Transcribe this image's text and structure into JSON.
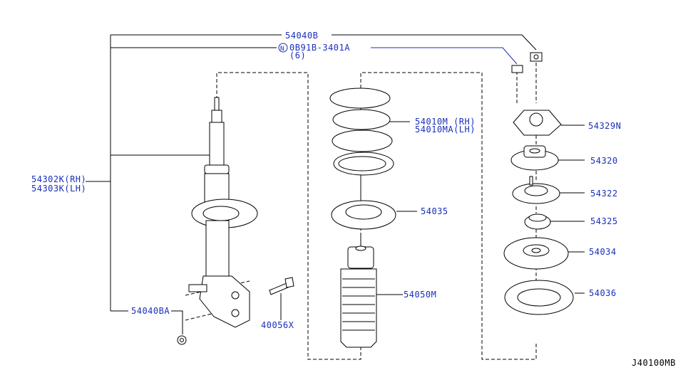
{
  "labels": {
    "top_bolt": "54040B",
    "nut_ref": "0B91B-3401A",
    "nut_qty": "(6)",
    "nut_circle": "N",
    "strut_rh": "54302K(RH)",
    "strut_lh": "54303K(LH)",
    "bracket": "54040BA",
    "bolt": "40056X",
    "spring_rh": "54010M (RH)",
    "spring_lh": "54010MA(LH)",
    "seat": "54035",
    "bumper": "54050M",
    "plate": "54329N",
    "mount": "54320",
    "mount_insulator": "54322",
    "bearing": "54325",
    "upper_seat": "54034",
    "rubber_seat": "54036",
    "diagram_code": "J40100MB"
  },
  "colors": {
    "callout": "#1a2fb8",
    "line": "#000000"
  }
}
